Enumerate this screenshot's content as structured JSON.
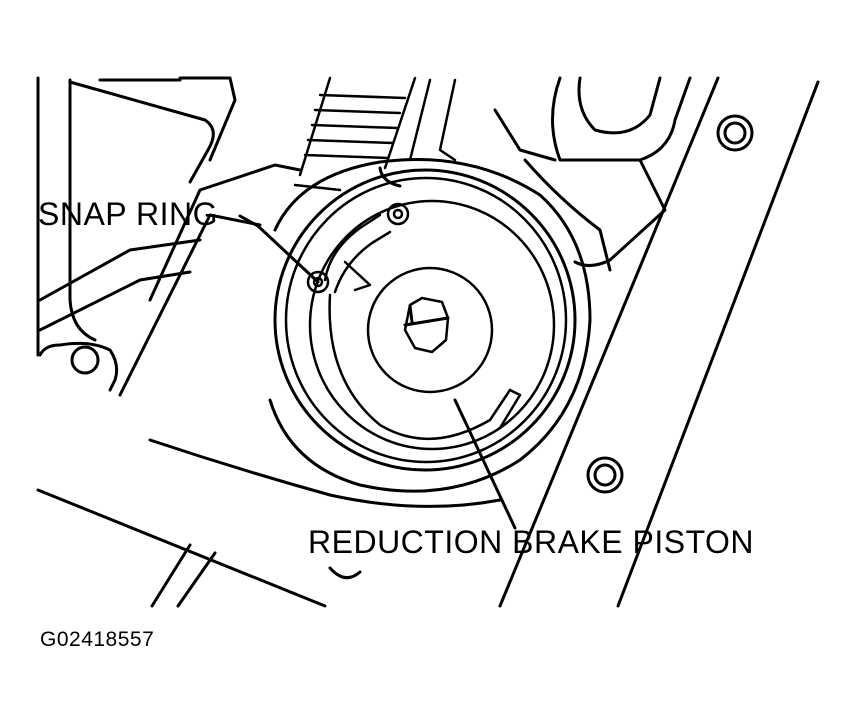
{
  "labels": {
    "snap_ring": "SNAP RING",
    "reduction_brake_piston": "REDUCTION BRAKE PISTON"
  },
  "figure_code": "G02418557",
  "colors": {
    "line": "#000000",
    "background": "#ffffff"
  }
}
